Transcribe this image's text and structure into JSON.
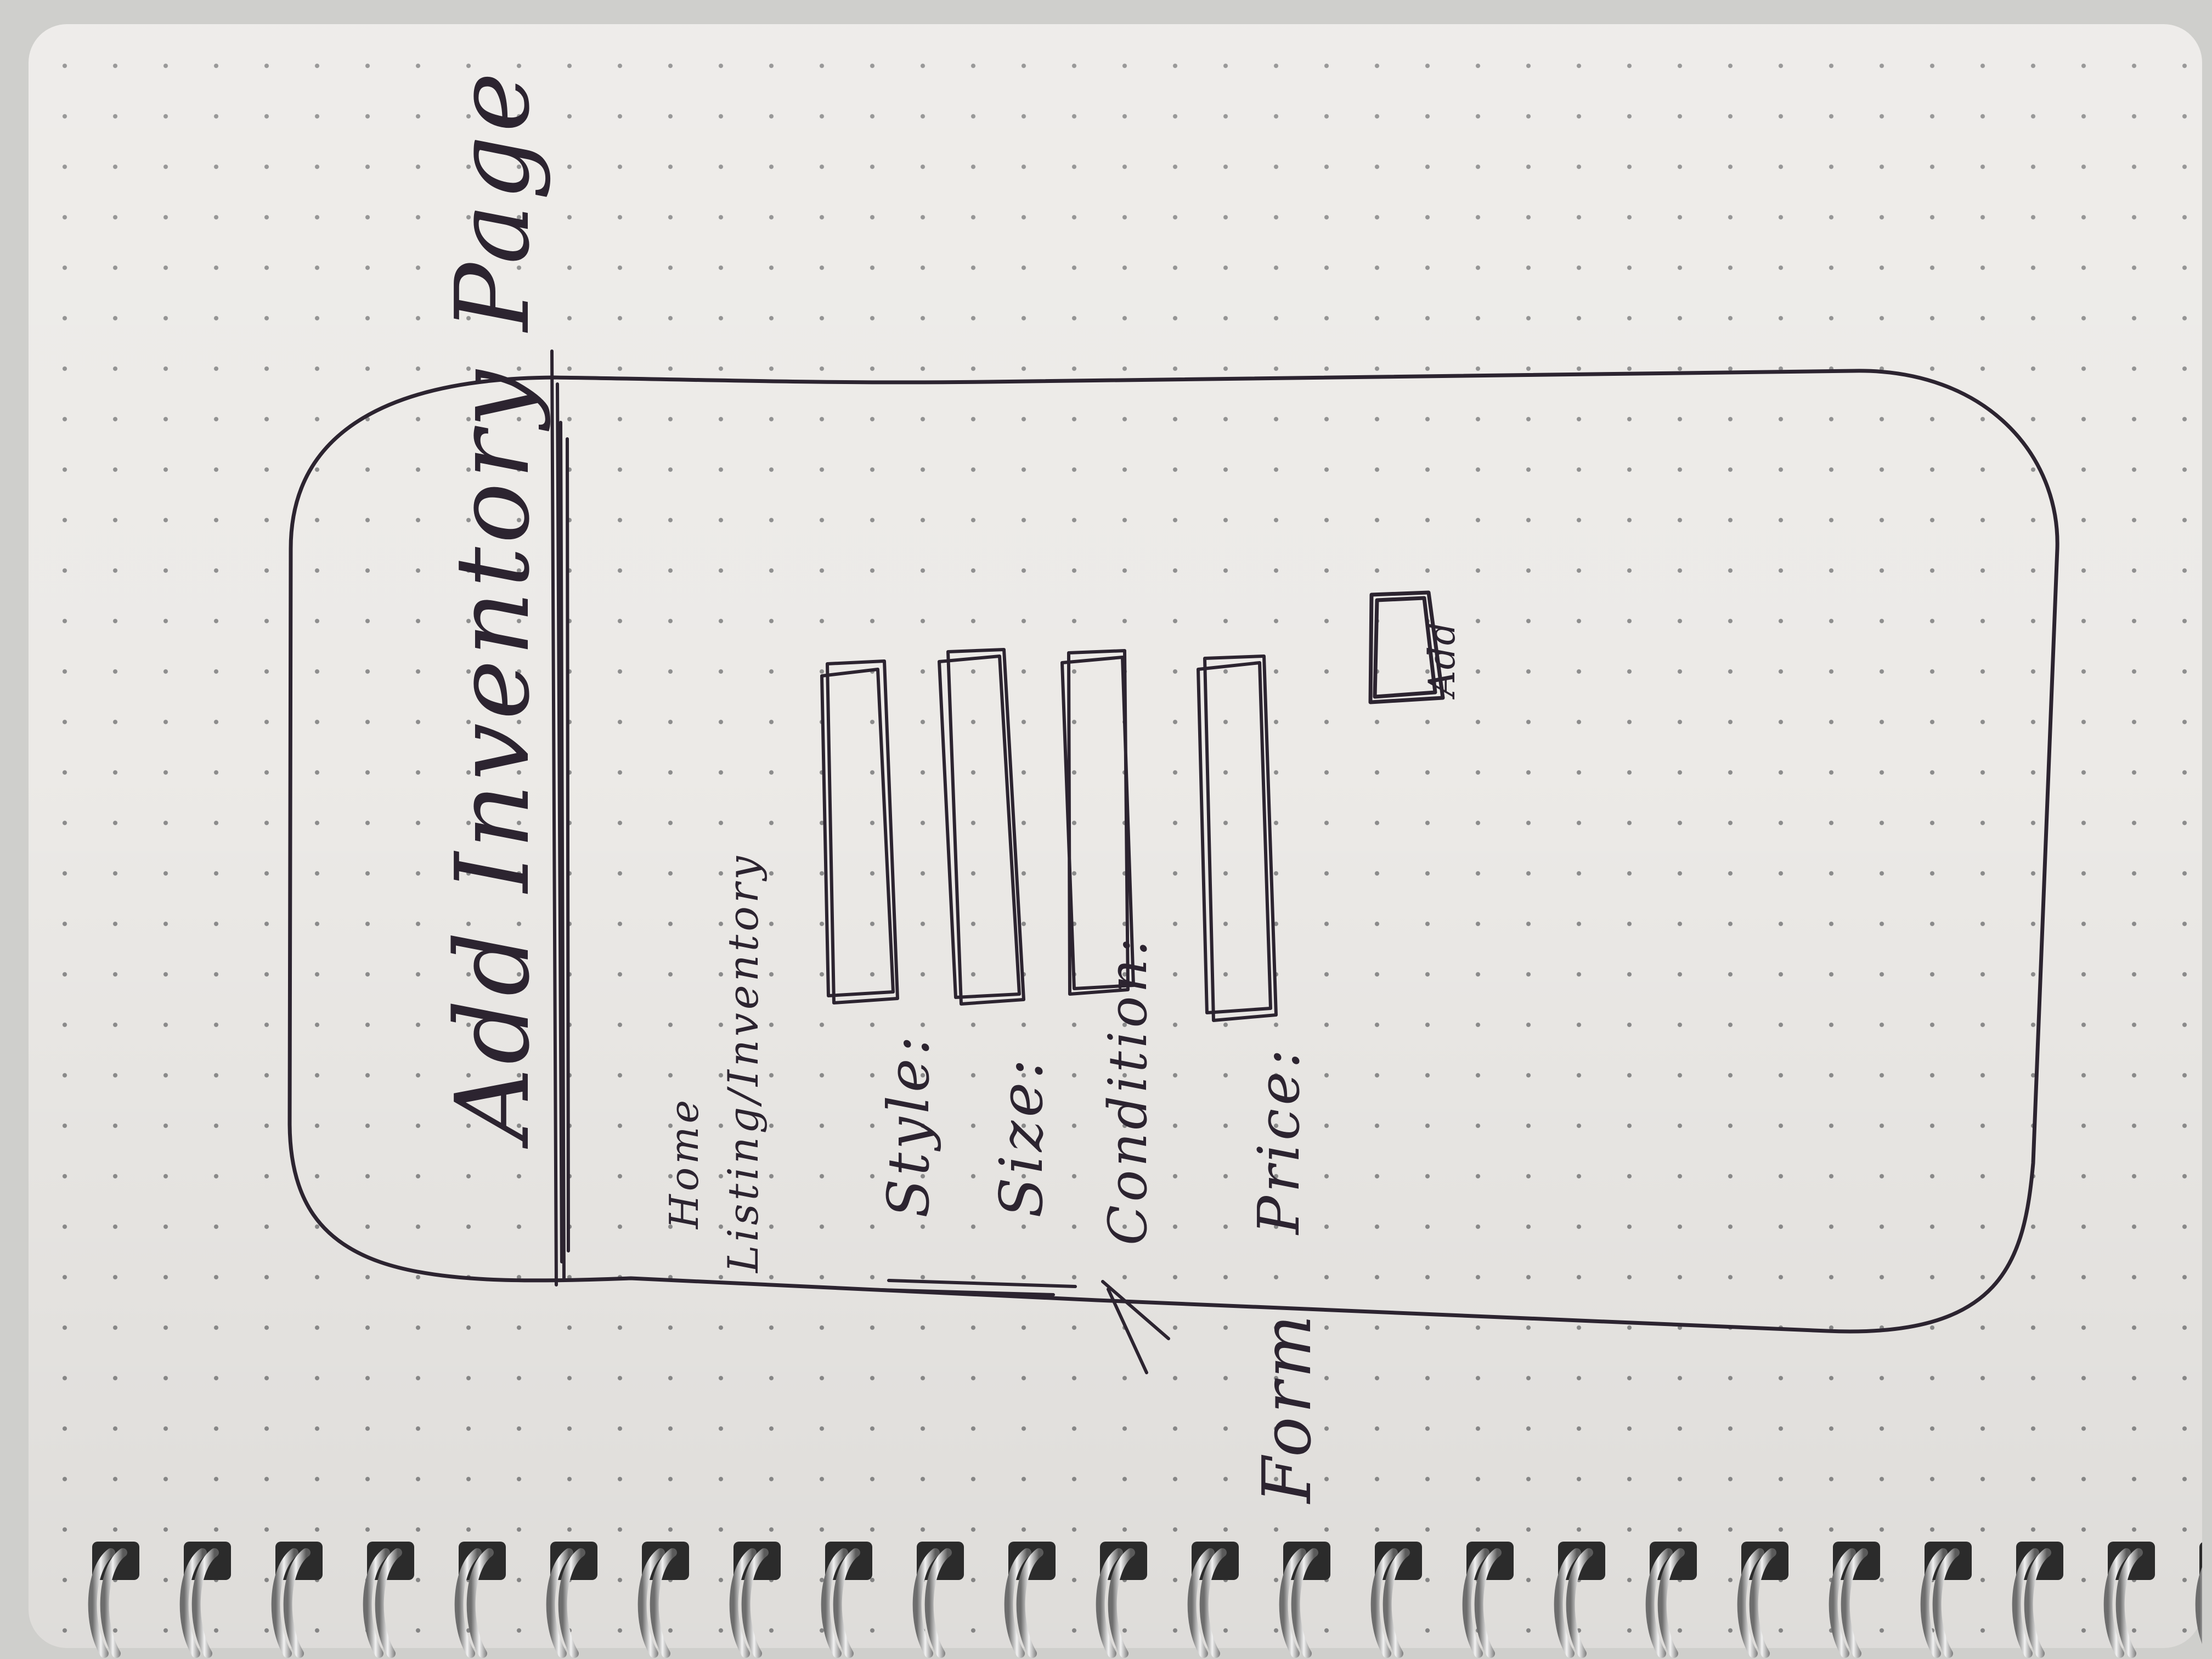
{
  "page": {
    "title": "Add Inventory Page",
    "breadcrumb": {
      "home": "Home",
      "trail": "Listing/Inventory"
    },
    "form": {
      "fields": [
        {
          "label": "Style:"
        },
        {
          "label": "Size:"
        },
        {
          "label": "Condition:"
        },
        {
          "label": "Price:"
        }
      ],
      "submit_label": "Add"
    },
    "annotation": "Form"
  },
  "colors": {
    "ink": "#2c2430",
    "paper": "#eceae7"
  }
}
